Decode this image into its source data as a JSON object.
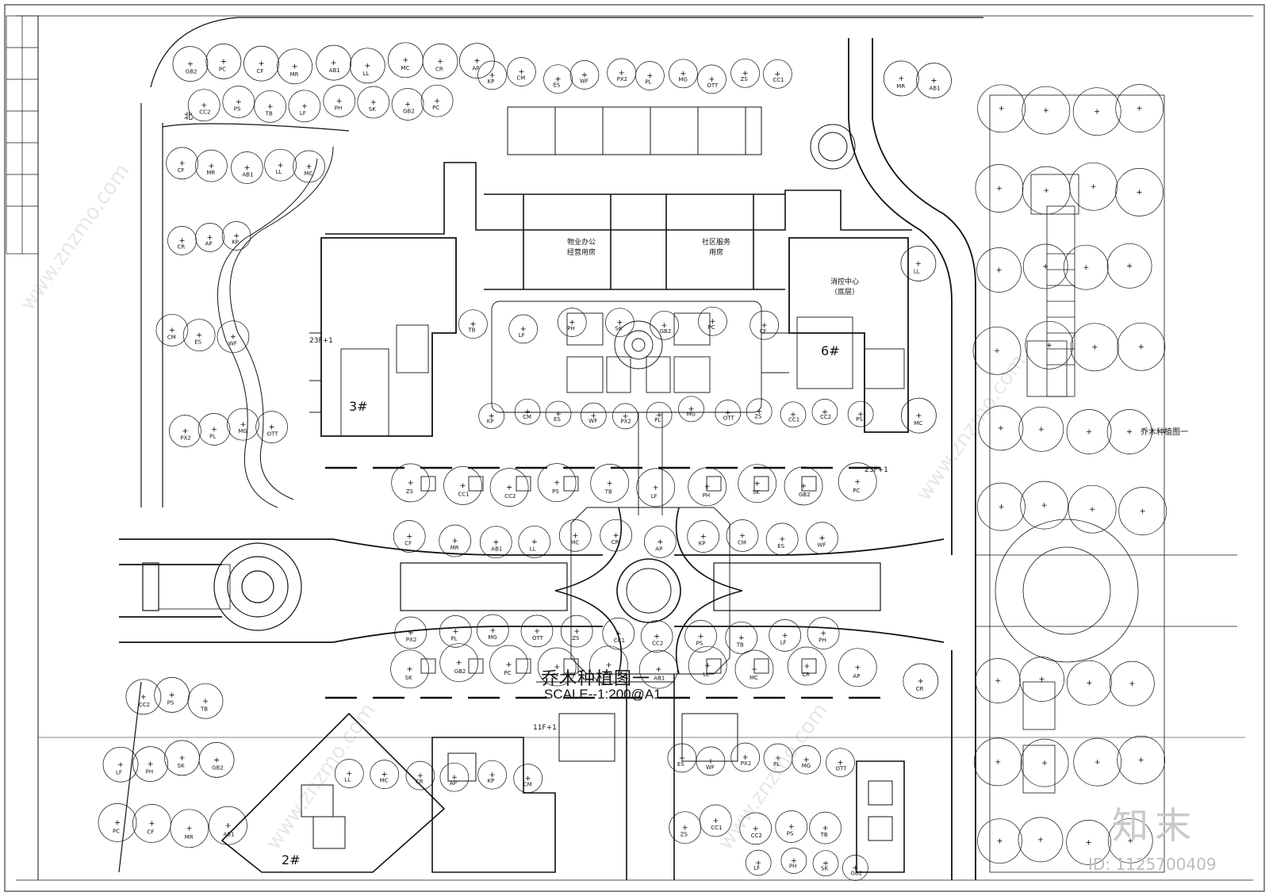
{
  "plan": {
    "title": "乔木种植图一",
    "scale": "SCALE--1:200@A1"
  },
  "buildings": [
    {
      "id": "b3",
      "label": "3#"
    },
    {
      "id": "b6",
      "label": "6#"
    },
    {
      "id": "b2",
      "label": "2#"
    }
  ],
  "floor_notes": [
    "23F+1",
    "23F+1",
    "11F+1"
  ],
  "rooms": [
    {
      "id": "office",
      "label": "物业办公\n经营用房"
    },
    {
      "id": "community",
      "label": "社区服务\n用房"
    },
    {
      "id": "fire",
      "label": "消控中心\n（底层）"
    }
  ],
  "side_label": "乔木种植图一",
  "north_label": "北",
  "tree_codes": [
    "GB2",
    "PC",
    "CF",
    "MR",
    "AB1",
    "LL",
    "MC",
    "CR",
    "AP",
    "KP",
    "CM",
    "ES",
    "WF",
    "PX2",
    "PL",
    "MG",
    "OTT",
    "ZS",
    "CC1",
    "CC2",
    "PS",
    "TB",
    "LF",
    "PH",
    "SK"
  ],
  "watermark": {
    "logo": "知末",
    "id": "ID: 1125700409",
    "site": "www.znzmo.com"
  },
  "colors": {
    "line": "#111111",
    "watermark": "#c9c9c9"
  }
}
